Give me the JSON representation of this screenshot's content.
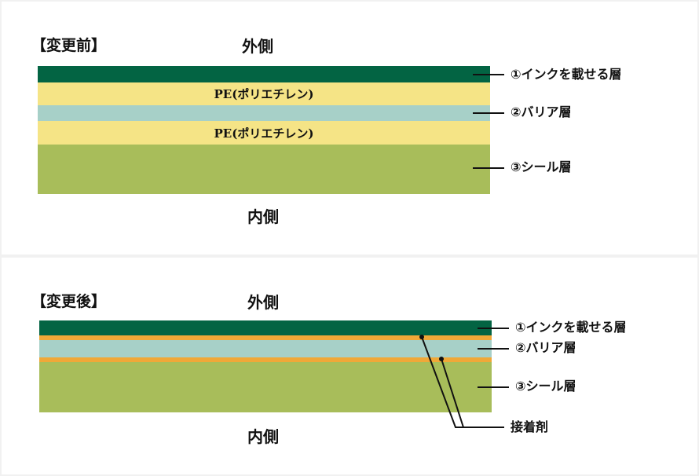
{
  "colors": {
    "ink_layer": "#036443",
    "pe_layer": "#f5e486",
    "barrier_layer": "#a7d0c8",
    "seal_layer": "#a8bd5a",
    "adhesive_layer": "#f0a838",
    "line": "#111111"
  },
  "before": {
    "title": "【変更前】",
    "outer_label": "外側",
    "inner_label": "内側",
    "layers": {
      "pe_top": "PE(ポリエチレン)",
      "pe_bottom": "PE(ポリエチレン)"
    },
    "callouts": {
      "ink": "①インクを載せる層",
      "barrier": "②バリア層",
      "seal": "③シール層"
    }
  },
  "after": {
    "title": "【変更後】",
    "outer_label": "外側",
    "inner_label": "内側",
    "callouts": {
      "ink": "①インクを載せる層",
      "barrier": "②バリア層",
      "seal": "③シール層",
      "adhesive": "接着剤"
    }
  }
}
